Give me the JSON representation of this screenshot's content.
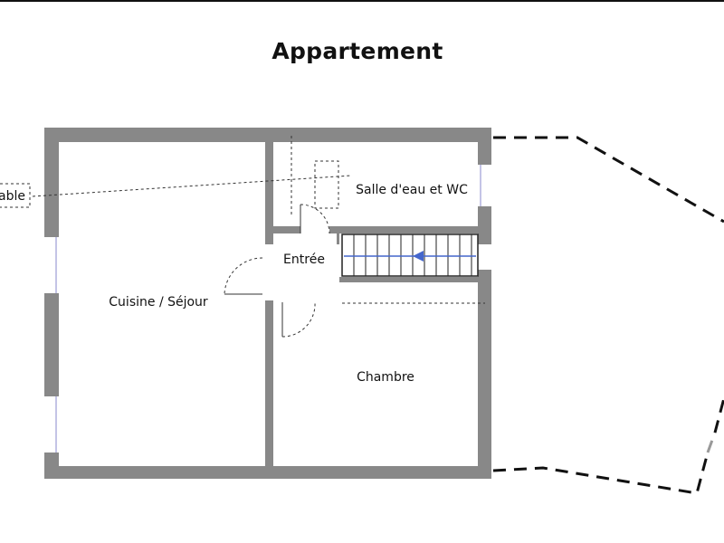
{
  "title": "Appartement",
  "rooms": {
    "cuisine": "Cuisine / Séjour",
    "salle": "Salle d'eau et WC",
    "entree": "Entrée",
    "chambre": "Chambre"
  },
  "external_label": "able",
  "colors": {
    "wall": "#888888",
    "stair_arrow": "#4466cc",
    "outline": "#111111"
  }
}
